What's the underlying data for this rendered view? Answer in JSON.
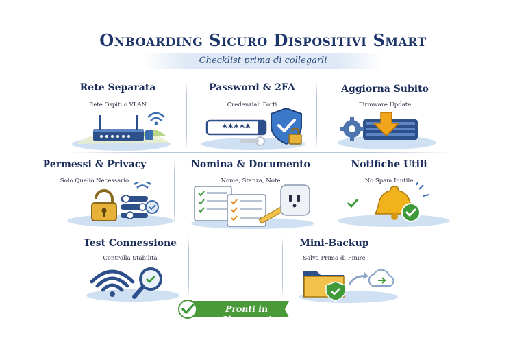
{
  "header": {
    "title": "Onboarding Sicuro Dispositivi Smart",
    "subtitle": "Checklist prima di collegarli"
  },
  "cards": [
    {
      "title": "Rete Separata",
      "subtitle": "Rete Ospiti o VLAN",
      "icon": "router-wifi-icon"
    },
    {
      "title": "Password & 2FA",
      "subtitle": "Credenziali Forti",
      "icon": "password-shield-icon"
    },
    {
      "title": "Aggiorna Subito",
      "subtitle": "Firmware Update",
      "icon": "firmware-update-icon"
    },
    {
      "title": "Permessi & Privacy",
      "subtitle": "Solo Quello Necessario",
      "icon": "lock-toggles-icon"
    },
    {
      "title": "Nomina & Documento",
      "subtitle": "Nome, Stanza, Note",
      "icon": "checklist-plug-icon"
    },
    {
      "title": "Notifiche Utili",
      "subtitle": "No Spam Inutile",
      "icon": "bell-check-icon"
    },
    {
      "title": "Test Connessione",
      "subtitle": "Controlla Stabilità",
      "icon": "wifi-magnifier-icon"
    },
    {
      "title": "Mini-Backup",
      "subtitle": "Salva Prima di Finire",
      "icon": "folder-cloud-icon"
    }
  ],
  "banner": {
    "label": "Pronti in Sicurezza!"
  },
  "colors": {
    "navy": "#1e3569",
    "accent_blue": "#3f6fb5",
    "light_blue": "#cfe0f2",
    "check_green": "#3f9a3a",
    "lock_gold": "#e6b23a"
  }
}
